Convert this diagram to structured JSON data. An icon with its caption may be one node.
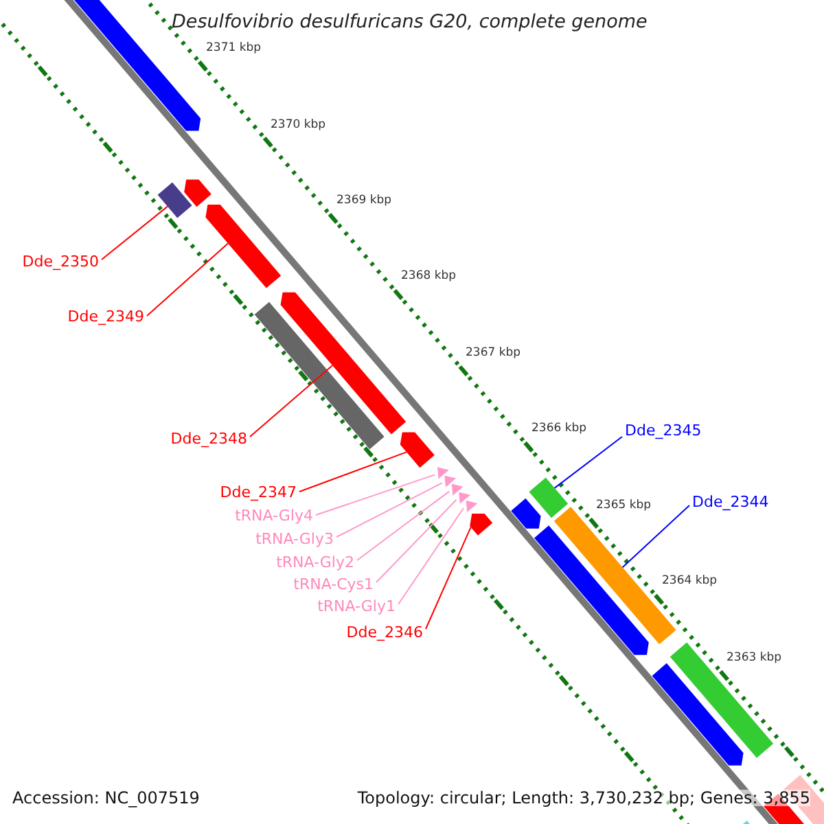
{
  "diagram": {
    "title": "Desulfovibrio desulfuricans G20, complete genome",
    "nodes": [
      {
        "text": [
          "Dde_2350"
        ]
      },
      {
        "text": [],
        "shape": "bar"
      },
      {
        "text": [
          "Dde_2349"
        ]
      },
      {
        "text": [],
        "shape": "bar"
      },
      {
        "text": [
          "Dde_2348"
        ]
      },
      {
        "text": [],
        "shape": "bar"
      },
      {
        "text": [
          "Dde_2347"
        ]
      },
      {
        "text": [],
        "shape": "bar"
      },
      {
        "text": [
          "tRNA-Gly4"
        ]
      },
      {
        "text": [
          "tRNA-Gly3"
        ]
      },
      {
        "text": [
          "tRNA-Gly2"
        ]
      },
      {
        "text": [
          "tRNA-Cys1"
        ]
      },
      {
        "text": [
          "tRNA-Gly1"
        ]
      },
      {
        "text": [],
        "shape": "triangle"
      },
      {
        "text": [],
        "shape": "triangle"
      },
      {
        "text": [],
        "shape": "triangle"
      },
      {
        "text": [],
        "shape": "triangle"
      },
      {
        "text": [],
        "shape": "triangle"
      },
      {
        "text": [
          "Dde_2346"
        ]
      },
      {
        "text": [],
        "shape": "bar"
      },
      {
        "text": [
          "Dde_2345"
        ]
      },
      {
        "text": [],
        "shape": "bar"
      },
      {
        "text": [
          "Dde_2344"
        ]
      },
      {
        "text": [],
        "shape": "bar"
      }
    ],
    "edges": [
      {
        "from": 0,
        "to": 1,
        "arrow": "none"
      },
      {
        "from": 2,
        "to": 3,
        "arrow": "none"
      },
      {
        "from": 4,
        "to": 5,
        "arrow": "none"
      },
      {
        "from": 6,
        "to": 7,
        "arrow": "none"
      },
      {
        "from": 8,
        "to": 13,
        "arrow": "none",
        "color": "#ff99cc"
      },
      {
        "from": 9,
        "to": 14,
        "arrow": "none",
        "color": "#ff99cc"
      },
      {
        "from": 10,
        "to": 15,
        "arrow": "none",
        "color": "#ff99cc"
      },
      {
        "from": 11,
        "to": 16,
        "arrow": "none",
        "color": "#ff99cc"
      },
      {
        "from": 12,
        "to": 17,
        "arrow": "none",
        "color": "#ff99cc"
      },
      {
        "from": 18,
        "to": 19,
        "arrow": "none"
      },
      {
        "from": 20,
        "to": 21,
        "arrow": "none",
        "color": "#0000ff"
      },
      {
        "from": 22,
        "to": 23,
        "arrow": "none",
        "color": "#0000ff"
      }
    ],
    "labels": [
      "2371 kbp",
      "2370 kbp",
      "2369 kbp",
      "2368 kbp",
      "2367 kbp",
      "2366 kbp",
      "2365 kbp",
      "2364 kbp",
      "2363 kbp",
      "Accession: NC_007519",
      "Topology: circular; Length: 3,730,232 bp; Genes: 3,855"
    ]
  }
}
